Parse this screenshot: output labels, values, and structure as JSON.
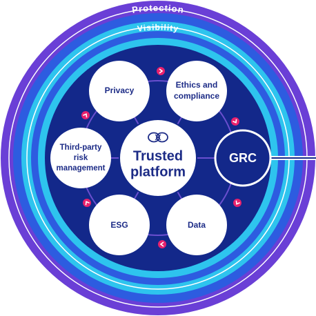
{
  "diagram": {
    "outer_ring_label": "Protection",
    "inner_ring_label": "Visibility",
    "center": {
      "line1": "Trusted",
      "line2": "platform",
      "icon": "interlocking-rings-logo-icon"
    },
    "nodes": [
      {
        "id": "privacy",
        "lines": [
          "Privacy"
        ]
      },
      {
        "id": "ethics",
        "lines": [
          "Ethics and",
          "compliance"
        ]
      },
      {
        "id": "grc",
        "lines": [
          "GRC"
        ]
      },
      {
        "id": "data",
        "lines": [
          "Data"
        ]
      },
      {
        "id": "esg",
        "lines": [
          "ESG"
        ]
      },
      {
        "id": "third-party",
        "lines": [
          "Third-party",
          "risk",
          "management"
        ]
      }
    ],
    "connector_icon": "chevron-arrow-icon",
    "colors": {
      "outer_ring_purple": "#6a3fd6",
      "ring_blue": "#2d5ce0",
      "ring_cyan": "#2ec4ee",
      "core_navy": "#13288a",
      "arrow_pink": "#e8216d",
      "node_fill": "#ffffff",
      "text_navy": "#1c2b86"
    }
  }
}
